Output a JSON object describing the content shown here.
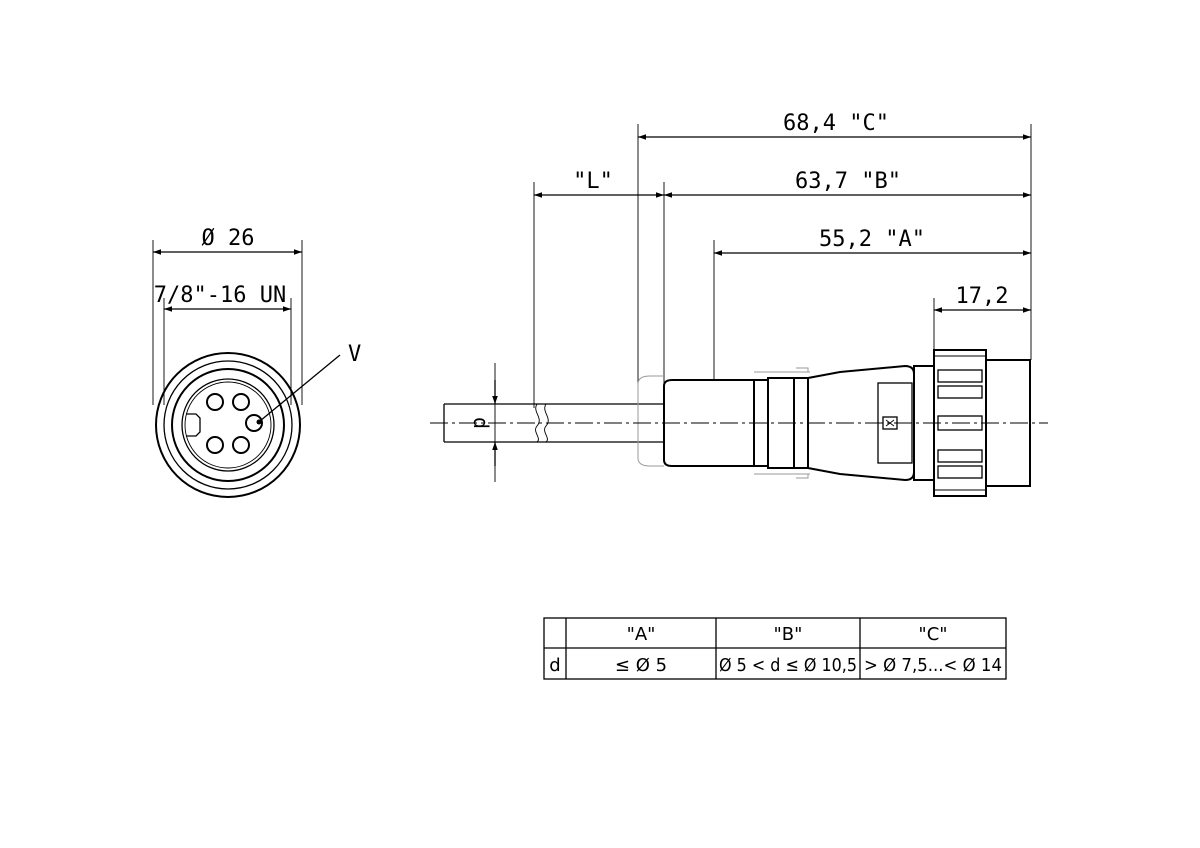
{
  "front_view": {
    "dia_label": "Ø 26",
    "thread_label": "7/8\"-16 UN",
    "pin_label": "V"
  },
  "side_view": {
    "dim_c": "68,4  \"C\"",
    "dim_b": "63,7  \"B\"",
    "dim_a": "55,2  \"A\"",
    "dim_l": "\"L\"",
    "dim_nut": "17,2",
    "dim_d": "d"
  },
  "table": {
    "headers": [
      "\"A\"",
      "\"B\"",
      "\"C\""
    ],
    "row_label": "d",
    "cells": [
      "≤ Ø 5",
      "Ø 5 < d ≤ Ø 10,5",
      "> Ø 7,5...< Ø 14"
    ]
  }
}
